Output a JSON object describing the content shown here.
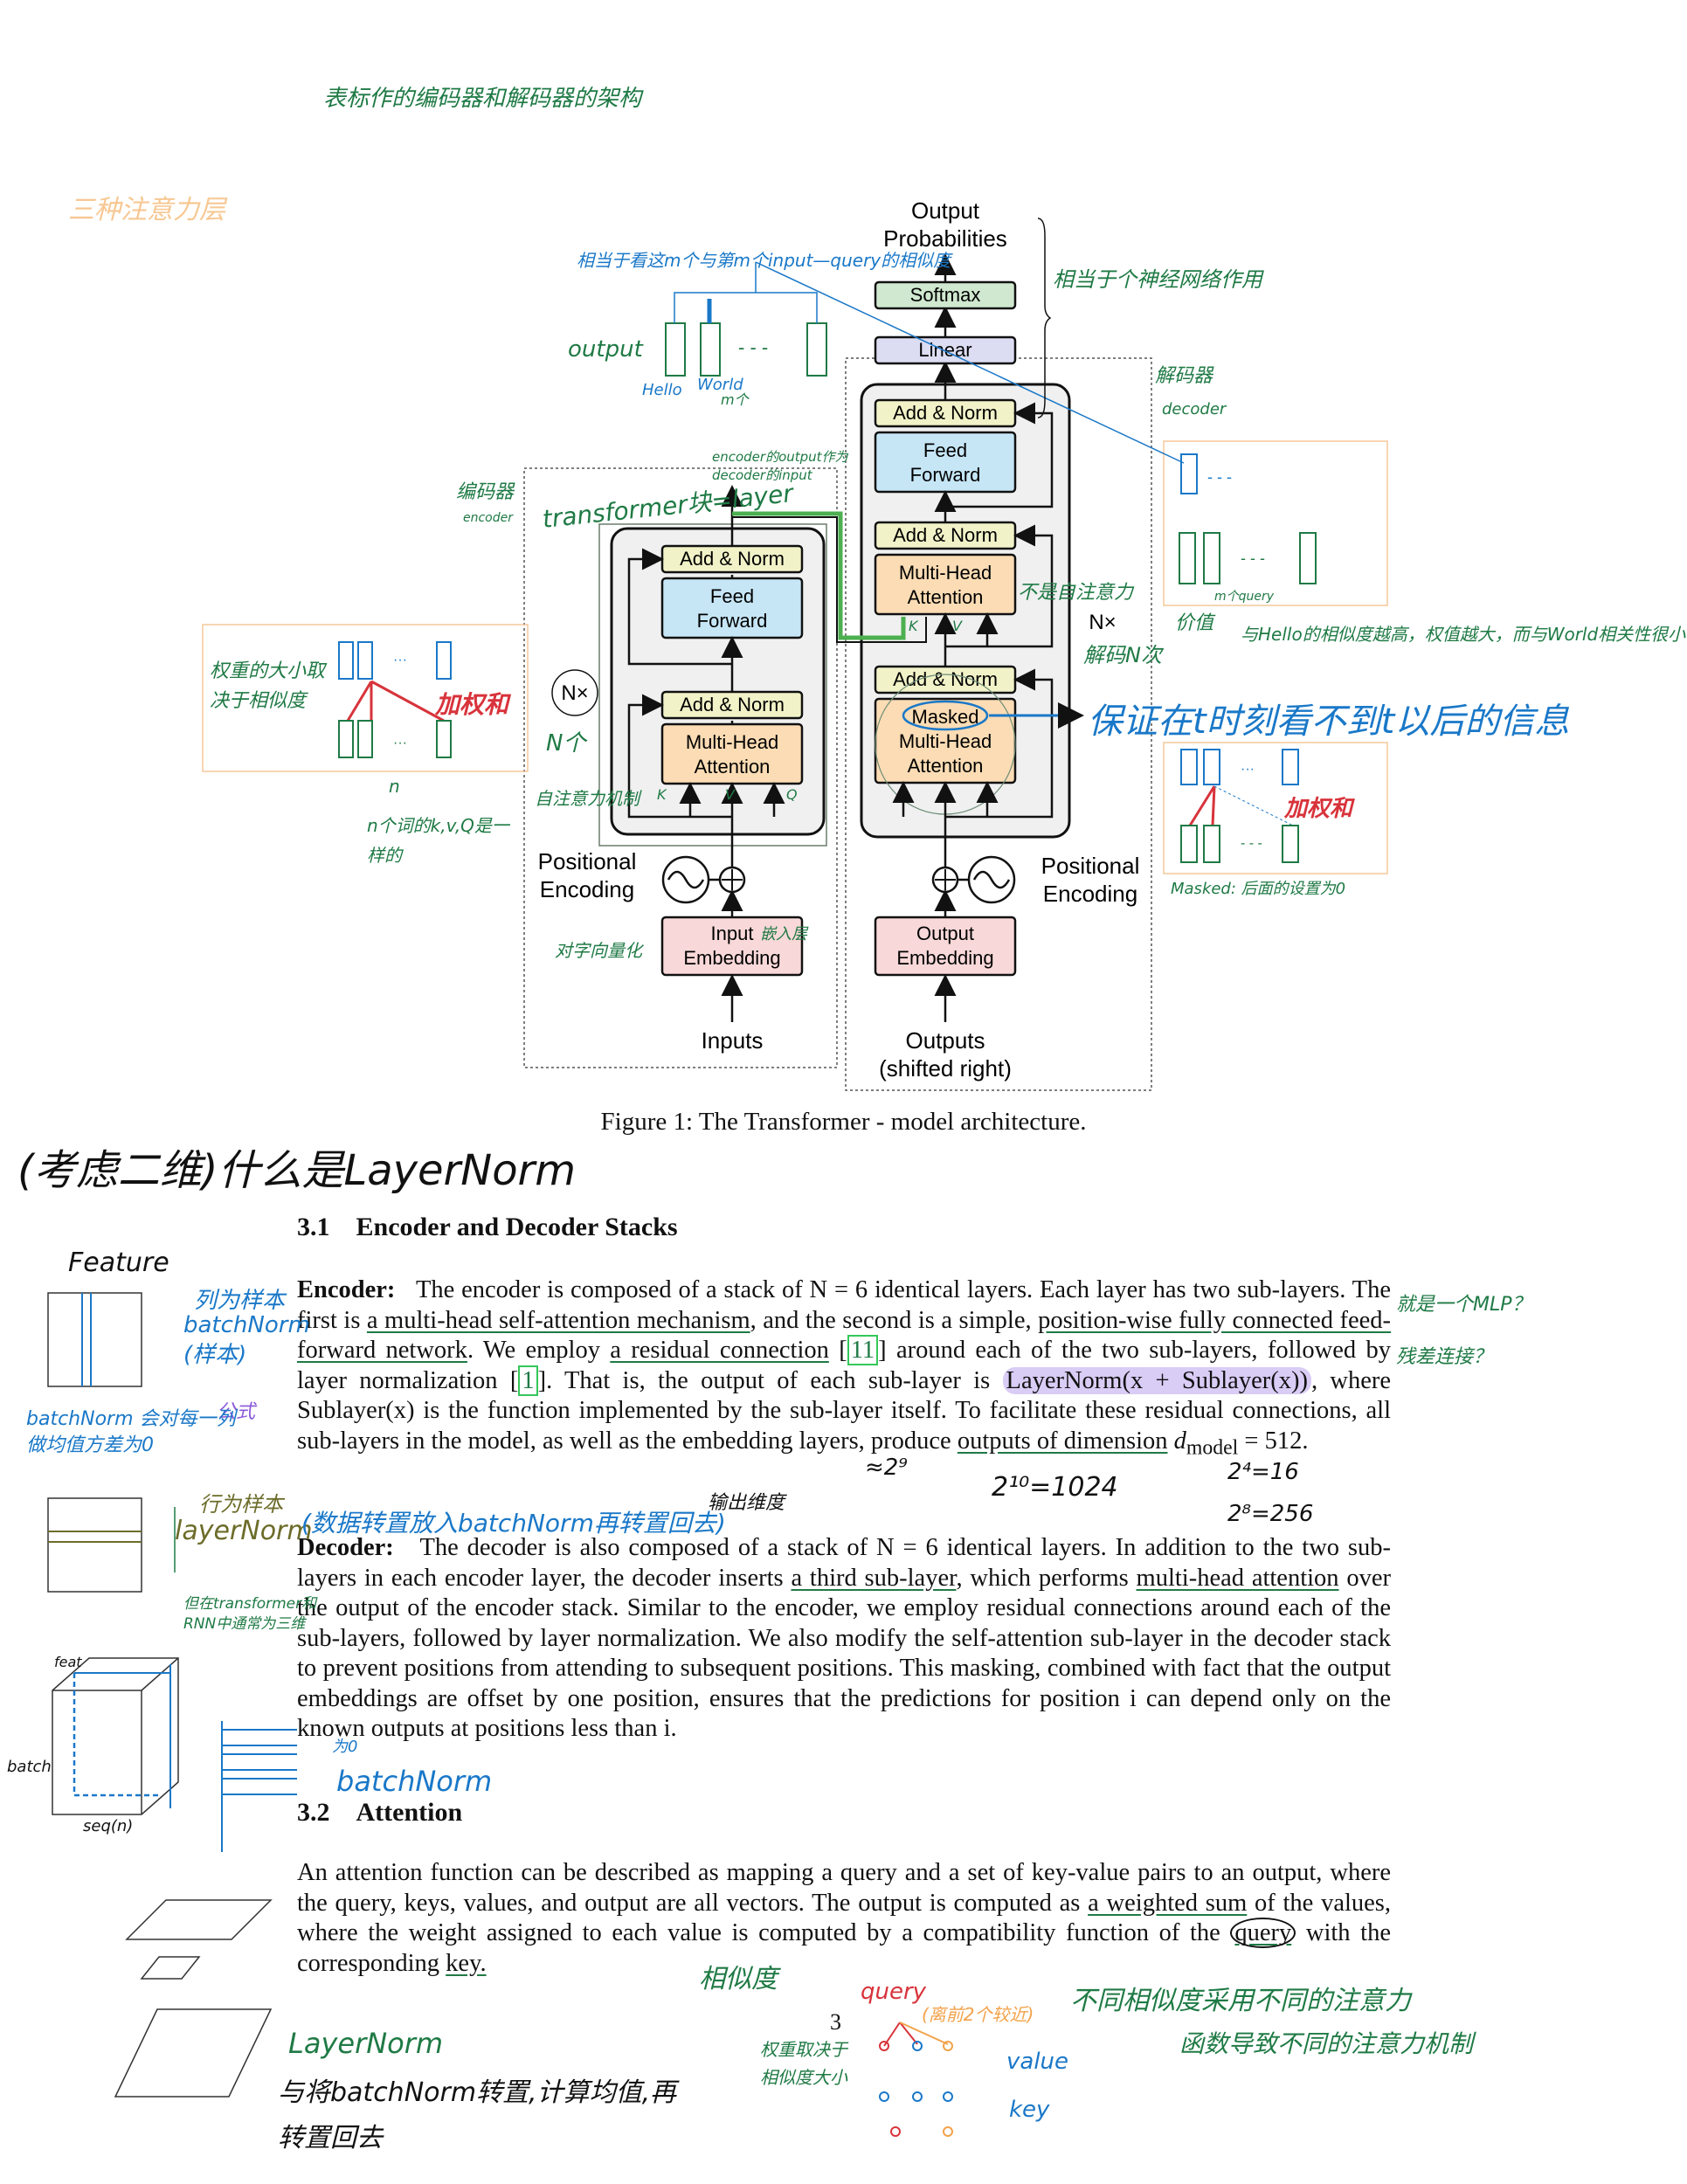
{
  "figure": {
    "caption": "Figure 1: The Transformer - model architecture.",
    "output_probabilities": [
      "Output",
      "Probabilities"
    ],
    "softmax": "Softmax",
    "linear": "Linear",
    "add_norm": "Add & Norm",
    "feed_forward": [
      "Feed",
      "Forward"
    ],
    "multi_head_attention": [
      "Multi-Head",
      "Attention"
    ],
    "masked_mha": [
      "Masked",
      "Multi-Head",
      "Attention"
    ],
    "nx": "N×",
    "positional_encoding": [
      "Positional",
      "Encoding"
    ],
    "input_embedding": [
      "Input",
      "Embedding"
    ],
    "output_embedding": [
      "Output",
      "Embedding"
    ],
    "inputs": "Inputs",
    "outputs": [
      "Outputs",
      "(shifted right)"
    ]
  },
  "section_3_1": {
    "number": "3.1",
    "title": "Encoder and Decoder Stacks",
    "encoder_label": "Encoder:",
    "encoder_text_1": "The encoder is composed of a stack of N = 6 identical layers. Each layer has two sub-layers. The first is ",
    "encoder_link_1": "a multi-head self-attention mechanism",
    "encoder_text_2": ", and the second is a simple, ",
    "encoder_link_2": "position-wise fully connected feed-forward network",
    "encoder_text_3": ". We employ ",
    "encoder_link_3": "a residual connection",
    "encoder_text_4": " [",
    "cite_11": "11",
    "encoder_text_5": "] around each of the two sub-layers, followed by layer normalization [",
    "cite_1": "1",
    "encoder_text_6": "]. That is, the output of each sub-layer is ",
    "encoder_formula": "LayerNorm(x + Sublayer(x))",
    "encoder_text_7": ", where Sublayer(x) is the function implemented by the sub-layer itself. To facilitate these residual connections, all sub-layers in the model, as well as the embedding layers, produce ",
    "encoder_link_4": "outputs of dimension",
    "encoder_text_8": " d",
    "encoder_sub": "model",
    "encoder_text_9": " = 512.",
    "decoder_label": "Decoder:",
    "decoder_text_1": "The decoder is also composed of a stack of N = 6 identical layers. In addition to the two sub-layers in each encoder layer, the decoder inserts ",
    "decoder_link_1": "a third sub-layer",
    "decoder_text_2": ", which performs ",
    "decoder_link_2": "multi-head attention",
    "decoder_text_3": " over the output of the encoder stack. Similar to the encoder, we employ residual connections around each of the sub-layers, followed by layer normalization. We also modify the self-attention sub-layer in the decoder stack to prevent positions from attending to subsequent positions. This masking, combined with fact that the output embeddings are offset by one position, ensures that the predictions for position i can depend only on the known outputs at positions less than i."
  },
  "section_3_2": {
    "number": "3.2",
    "title": "Attention",
    "text_1": "An attention function can be described as mapping a query and a set of key-value pairs to an output, where the query, keys, values, and output are all vectors. The output is computed as ",
    "link_1": "a weighted sum",
    "text_2": " of the values, where the weight assigned to each value is computed by a compatibility function of the ",
    "link_2": "query",
    "text_3": " with the corresponding ",
    "link_3": "key.",
    "page_number": "3"
  },
  "annotations": {
    "top_title": "表标作的编码器和解码器的架构",
    "three_attention": "三种注意力层",
    "query_similarity": "相当于看这m个与第m个input—query的相似度",
    "output_word": "output",
    "hello": "Hello",
    "world": "World",
    "m_ge": "m个",
    "single_layer_nn": "相当于个神经网络作用",
    "decoder_cn": "解码器",
    "decoder_en": "decoder",
    "encoder_cn": "编码器",
    "encoder_en": "encoder",
    "transformer_block": "transformer块=layer",
    "encoder_out_decoder_in": "encoder的output作为decoder的input",
    "not_self_attention": "不是自注意力",
    "decoder_nx": "解码N次",
    "m_query": "m个query",
    "value_hao": "价值",
    "hello_world_sim": "与Hello的相似度越高，权值越大，而与World相关性很小",
    "weights_by_sim": "权重的大小取决于相似度",
    "weighted_sum": "加权和",
    "encode_n": "N个",
    "n_label": "n",
    "n_words": "n个词的k,v,Q是一样的",
    "self_attention_mech": "自注意力机制",
    "k_label": "K",
    "v_label": "V",
    "q_label": "Q",
    "vectorize": "对字向量化",
    "embed_layer": "嵌入层",
    "mask_note": "保证在t时刻看不到t以后的信息",
    "weighted_sum_2": "加权和",
    "masked_note": "Masked: 后面的设置为0",
    "what_layernorm": "(考虑二维)什么是LayerNorm",
    "feature": "Feature",
    "per_column": "列为样本",
    "batchnorm_sample": "batchNorm (样本)",
    "formula_tag": "公式",
    "batchnorm_desc": "batchNorm 会对每一列做均值方差为0",
    "per_row": "行为样本",
    "layernorm_tag": "layerNorm",
    "transpose_note": "(数据转置放入batchNorm再转置回去)",
    "mlp_q": "就是一个MLP？",
    "residual_q": "残差连接？",
    "output_dim": "输出维度",
    "approx_29": "≈2⁹",
    "pow_10": "2¹⁰=1024",
    "pow_4": "2⁴=16",
    "pow_8": "2⁸=256",
    "transformer_3d": "但在transformer和RNN中通常为三维",
    "feat": "feat",
    "batch": "batch",
    "seq": "seq(n)",
    "to_zero": "为0",
    "batchnorm_2": "batchNorm",
    "similarity": "相似度",
    "query_word": "query",
    "near_two": "(离前2个较近)",
    "value_word": "value",
    "key_word": "key",
    "weight_equals": "权重取决于相似度大小",
    "diff_sim": "不同相似度采用不同的注意力",
    "func_diff": "函数导致不同的注意力机制",
    "layernorm_bottom": "LayerNorm",
    "layernorm_desc": "与将batchNorm转置,计算均值,再转置回去"
  }
}
